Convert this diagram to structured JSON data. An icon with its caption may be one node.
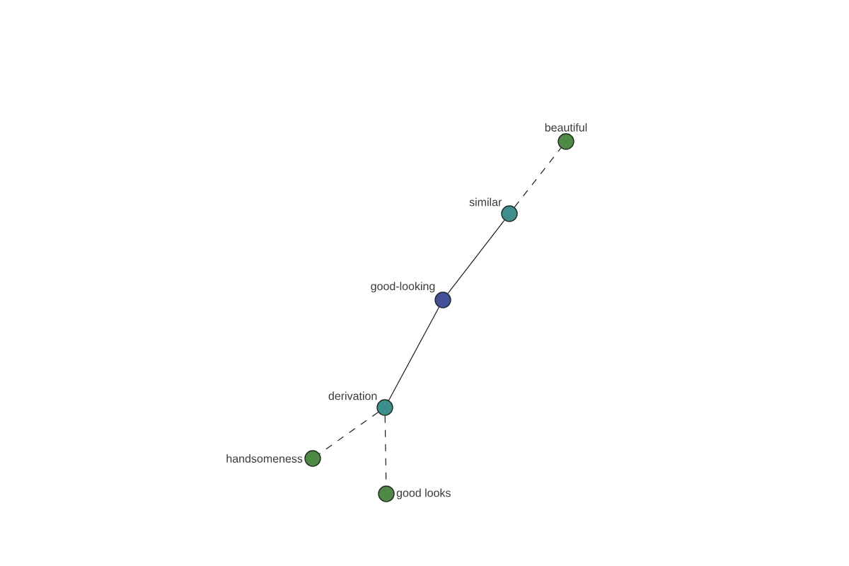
{
  "diagram": {
    "nodes": [
      {
        "text": [
          "beautiful"
        ]
      },
      {
        "text": [
          "similar"
        ]
      },
      {
        "text": [
          "good-looking"
        ]
      },
      {
        "text": [
          "derivation"
        ]
      },
      {
        "text": [
          "handsomeness"
        ]
      },
      {
        "text": [
          "good looks"
        ]
      }
    ],
    "edges": [
      {
        "from": 1,
        "to": 0,
        "arrow": "none",
        "style": "dashed"
      },
      {
        "from": 2,
        "to": 1,
        "arrow": "none"
      },
      {
        "from": 3,
        "to": 2,
        "arrow": "none"
      },
      {
        "from": 3,
        "to": 4,
        "arrow": "none",
        "style": "dashed"
      },
      {
        "from": 3,
        "to": 5,
        "arrow": "none",
        "style": "dashed"
      }
    ]
  }
}
